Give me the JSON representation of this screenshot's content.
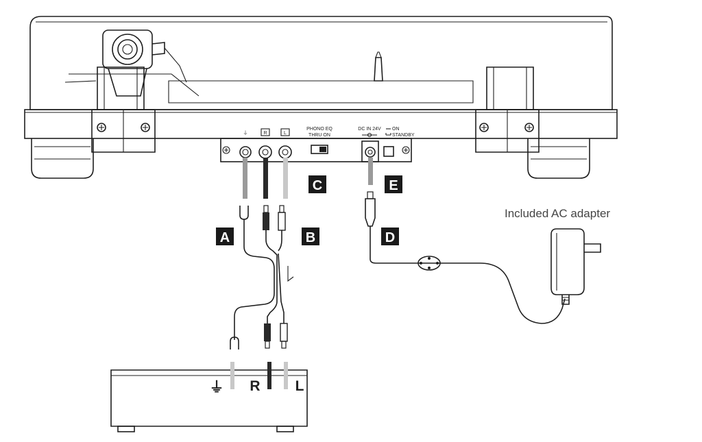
{
  "panel": {
    "ground_symbol": "⏚",
    "jack_r": "R",
    "jack_l": "L",
    "phono_eq_title": "PHONO EQ",
    "phono_eq_options": "THRU   ON",
    "dc_in": "DC IN 24V",
    "power_on": "ON",
    "power_standby": "STANDBY"
  },
  "callouts": {
    "a": "A",
    "b": "B",
    "c": "C",
    "d": "D",
    "e": "E"
  },
  "amplifier": {
    "ground_symbol": "⏚",
    "jack_r": "R",
    "jack_l": "L"
  },
  "adapter": {
    "label": "Included AC adapter"
  },
  "colors": {
    "line": "#1e1e1e",
    "callout_bg": "#1a1a1a",
    "cable_gray": "#9a9a9a",
    "cable_light": "#c8c8c8",
    "cable_dark": "#2a2a2a"
  }
}
